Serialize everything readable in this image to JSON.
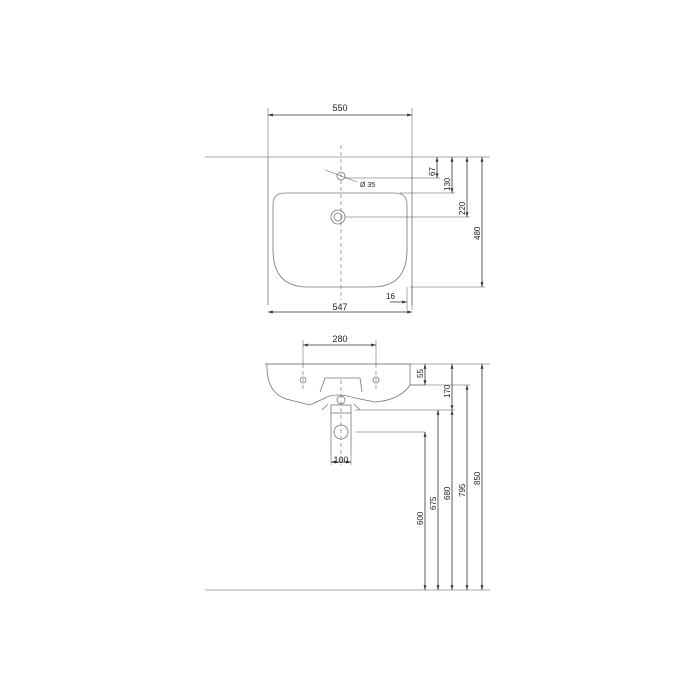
{
  "top_view": {
    "overall_width": "550",
    "inner_width": "547",
    "tap_hole_diameter": "Ø 35",
    "dim_67": "67",
    "dim_130": "130",
    "dim_220": "220",
    "dim_480": "480",
    "dim_16": "16"
  },
  "side_view": {
    "bolt_spacing": "280",
    "waste_width": "100",
    "dim_55": "55",
    "dim_170": "170",
    "dim_600": "600",
    "dim_675": "675",
    "dim_680": "680",
    "dim_795": "795",
    "dim_850": "850"
  }
}
